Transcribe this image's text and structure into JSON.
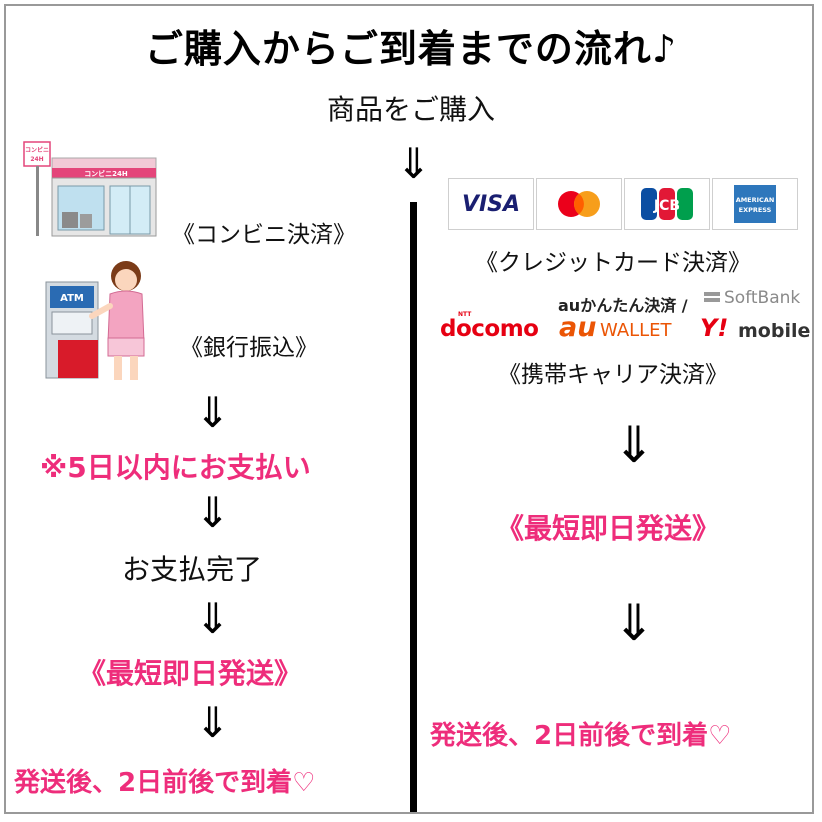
{
  "title": "ご購入からご到着までの流れ♪",
  "top_step": "商品をご購入",
  "arrow": "⇓",
  "left_column": {
    "store_sign_small": "コンビニ\n24H",
    "store_sign_band": "コンビニ24H",
    "atm_label": "ATM",
    "convenience_label": "《コンビニ決済》",
    "bank_label": "《銀行振込》",
    "deadline": "※5日以内にお支払い",
    "payment_done": "お支払完了",
    "shipping": "《最短即日発送》",
    "arrival": "発送後、2日前後で到着♡"
  },
  "right_column": {
    "cards": [
      {
        "name": "visa",
        "text": "VISA"
      },
      {
        "name": "mastercard",
        "text": ""
      },
      {
        "name": "jcb",
        "text": "JCB"
      },
      {
        "name": "amex",
        "text": "AMERICAN EXPRESS"
      }
    ],
    "credit_label": "《クレジットカード決済》",
    "carriers": {
      "docomo_ntt": "NTT",
      "docomo": "docomo",
      "au_kantan": "auかんたん決済 /",
      "au_wallet": "WALLET",
      "au_mark": "au",
      "softbank": "SoftBank",
      "ymobile_y": "Y!",
      "ymobile": "mobile"
    },
    "carrier_label": "《携帯キャリア決済》",
    "shipping": "《最短即日発送》",
    "arrival": "発送後、2日前後で到着♡"
  },
  "colors": {
    "accent_pink": "#ee2d7b",
    "docomo_red": "#e60012",
    "au_orange": "#eb5505",
    "visa_blue": "#1a1f71",
    "amex_blue": "#2e77bc"
  }
}
